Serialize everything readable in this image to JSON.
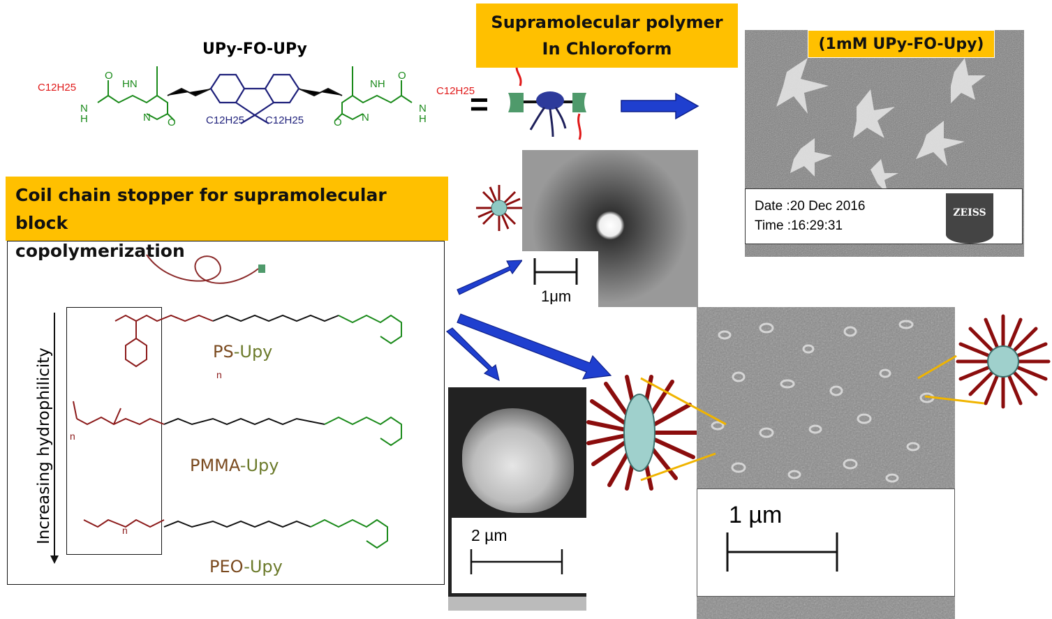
{
  "molecule": {
    "title": "UPy-FO-UPy",
    "alkyl": "C12H25",
    "atoms": {
      "HN": "HN",
      "NH": "NH",
      "N": "N",
      "H": "H",
      "O": "O"
    },
    "equals": "="
  },
  "top_callout": {
    "line1": "Supramolecular polymer",
    "line2": "In Chloroform"
  },
  "sem_image": {
    "label": "(1mM UPy-FO-Upy)",
    "date": "Date :20 Dec 2016",
    "time": "Time :16:29:31",
    "logo": "ZEISS"
  },
  "coil_callout": {
    "line1": "Coil chain stopper for supramolecular block",
    "line2": "copolymerization"
  },
  "axis_label": "Increasing hydrophilicity",
  "polymers": [
    {
      "name_main": "PS",
      "name_suffix": "-Upy"
    },
    {
      "name_main": "PMMA",
      "name_suffix": "-Upy"
    },
    {
      "name_main": "PEO",
      "name_suffix": "-Upy"
    }
  ],
  "repeat_n": "n",
  "micrographs": {
    "spherical_scale": "1μm",
    "aggregate_scale": "2 µm",
    "ellipsoid_scale": "1 µm"
  },
  "colors": {
    "callout": "#FFC000",
    "arrow": "#1f3fcf",
    "corona": "#8b0d0d",
    "green": "#1a8a1a",
    "navy": "#1d1f7a",
    "red": "#e01818"
  }
}
